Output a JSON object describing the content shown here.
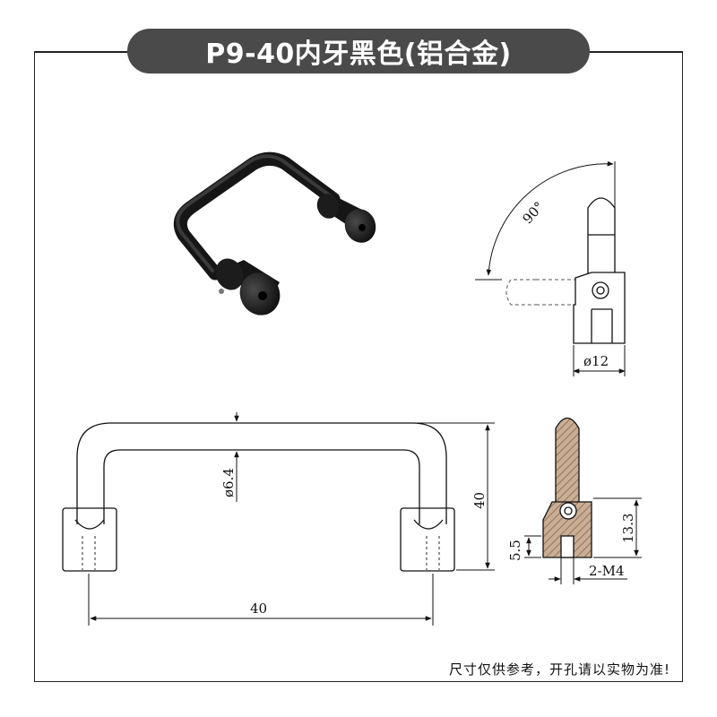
{
  "title": "P9-40内牙黑色(铝合金)",
  "note": "尺寸仅供参考，开孔请以实物为准!",
  "dimensions": {
    "angle": "90°",
    "diameter_base": "ø12",
    "rod_diameter": "ø6.4",
    "height": "40",
    "width": "40",
    "base_height": "5.5",
    "pivot_height": "13.3",
    "thread": "2-M4"
  },
  "colors": {
    "title_bg": "#4a4a4a",
    "product": "#1a1a1a",
    "line": "#222222",
    "hatch": "#b79a80"
  }
}
